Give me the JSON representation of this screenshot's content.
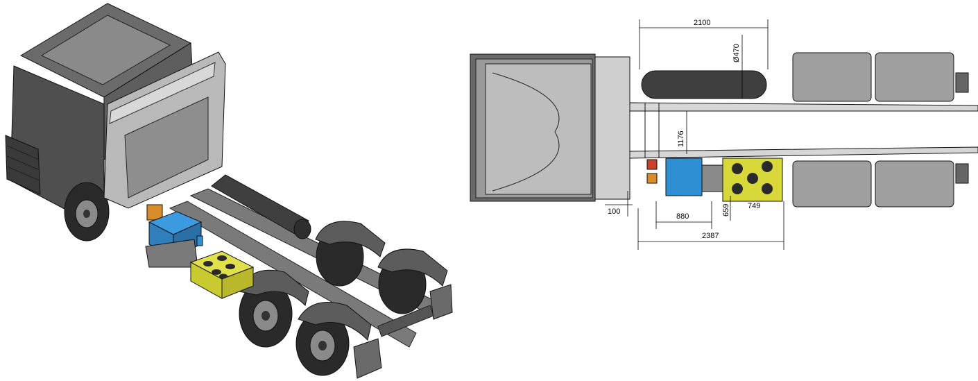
{
  "colors": {
    "cab": "#5b5b5b",
    "cab_dark": "#3a3a3a",
    "cab_light": "#9a9a9a",
    "frame": "#6d6d6d",
    "tank": "#4a4a4a",
    "tire": "#555555",
    "battery_blue": "#2f8fd3",
    "yellow_box": "#d8d83a",
    "orange_part": "#d98c2a",
    "red_part": "#c8432a",
    "dim_line": "#000000"
  },
  "dimensions": {
    "tank_length": "2100",
    "tank_diameter": "Ø470",
    "frame_offset": "1176",
    "front_gap": "100",
    "battery_width": "880",
    "battery_depth": "659",
    "yellow_width": "749",
    "overall_length": "2387"
  },
  "views": {
    "left": "isometric-truck-view",
    "right": "top-view"
  }
}
